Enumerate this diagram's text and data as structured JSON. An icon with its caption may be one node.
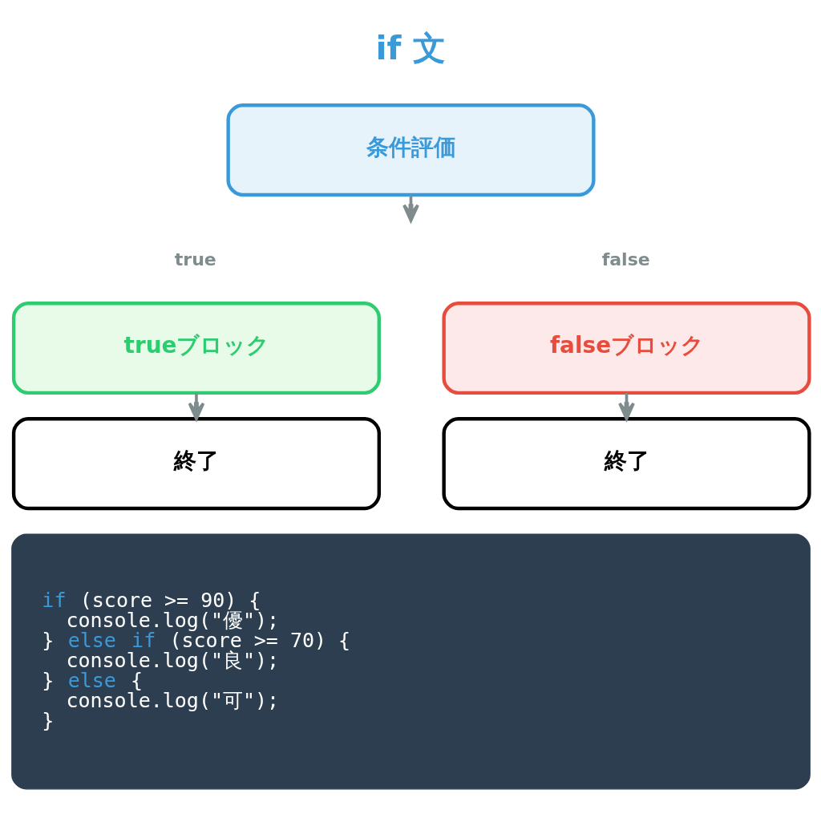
{
  "diagram": {
    "title": "if 文",
    "nodes": [
      {
        "text": [
          "条件評価"
        ]
      },
      {
        "text": [
          "trueブロック"
        ],
        "beside": [
          "true"
        ]
      },
      {
        "text": [
          "falseブロック"
        ],
        "beside": [
          "false"
        ]
      },
      {
        "text": [
          "終了"
        ]
      },
      {
        "text": [
          "終了"
        ]
      },
      {
        "text": [
          "if (score >= 90) {",
          "  console.log(\"優\");",
          "} else if (score >= 70) {",
          "  console.log(\"良\");",
          "} else {",
          "  console.log(\"可\");",
          "}"
        ]
      }
    ],
    "edges": [
      {
        "from": 0,
        "to": null,
        "arrow": "to"
      },
      {
        "from": 1,
        "to": 3,
        "arrow": "to"
      },
      {
        "from": 2,
        "to": 4,
        "arrow": "to"
      }
    ]
  }
}
